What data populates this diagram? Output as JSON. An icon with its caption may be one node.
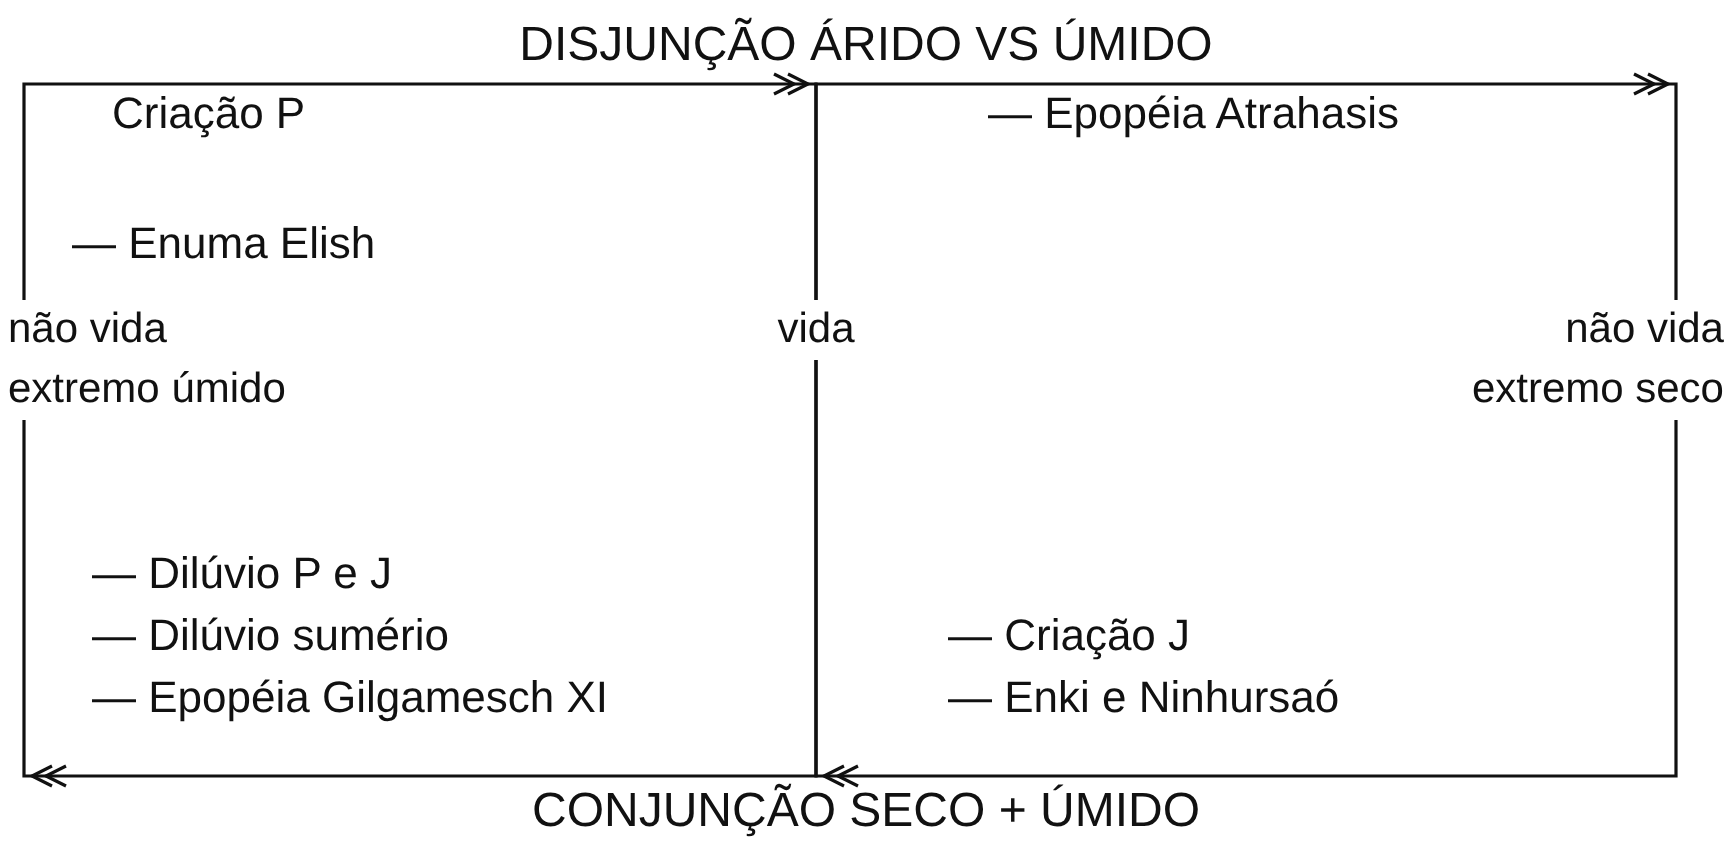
{
  "diagram": {
    "title": "DISJUNÇÃO ÁRIDO VS ÚMIDO",
    "caption": "CONJUNÇÃO SECO + ÚMIDO",
    "nodes": [
      {
        "text": [
          "não vida extremo úmido"
        ]
      },
      {
        "text": [
          "vida"
        ]
      },
      {
        "text": [
          "não vida extremo seco"
        ]
      }
    ],
    "edges": [
      {
        "from": 0,
        "to": 1,
        "arrow": "to"
      },
      {
        "from": 1,
        "to": 2,
        "arrow": "to"
      },
      {
        "from": 2,
        "to": 1,
        "arrow": "to"
      },
      {
        "from": 1,
        "to": 0,
        "arrow": "to"
      }
    ],
    "labels": [
      "Criação P",
      "— Epopéia Atrahasis",
      "— Enuma Elish",
      "— Dilúvio P e J",
      "— Dilúvio sumério",
      "— Epopéia Gilgamesch XI",
      "— Criação J",
      "— Enki e Ninhursaó"
    ]
  }
}
